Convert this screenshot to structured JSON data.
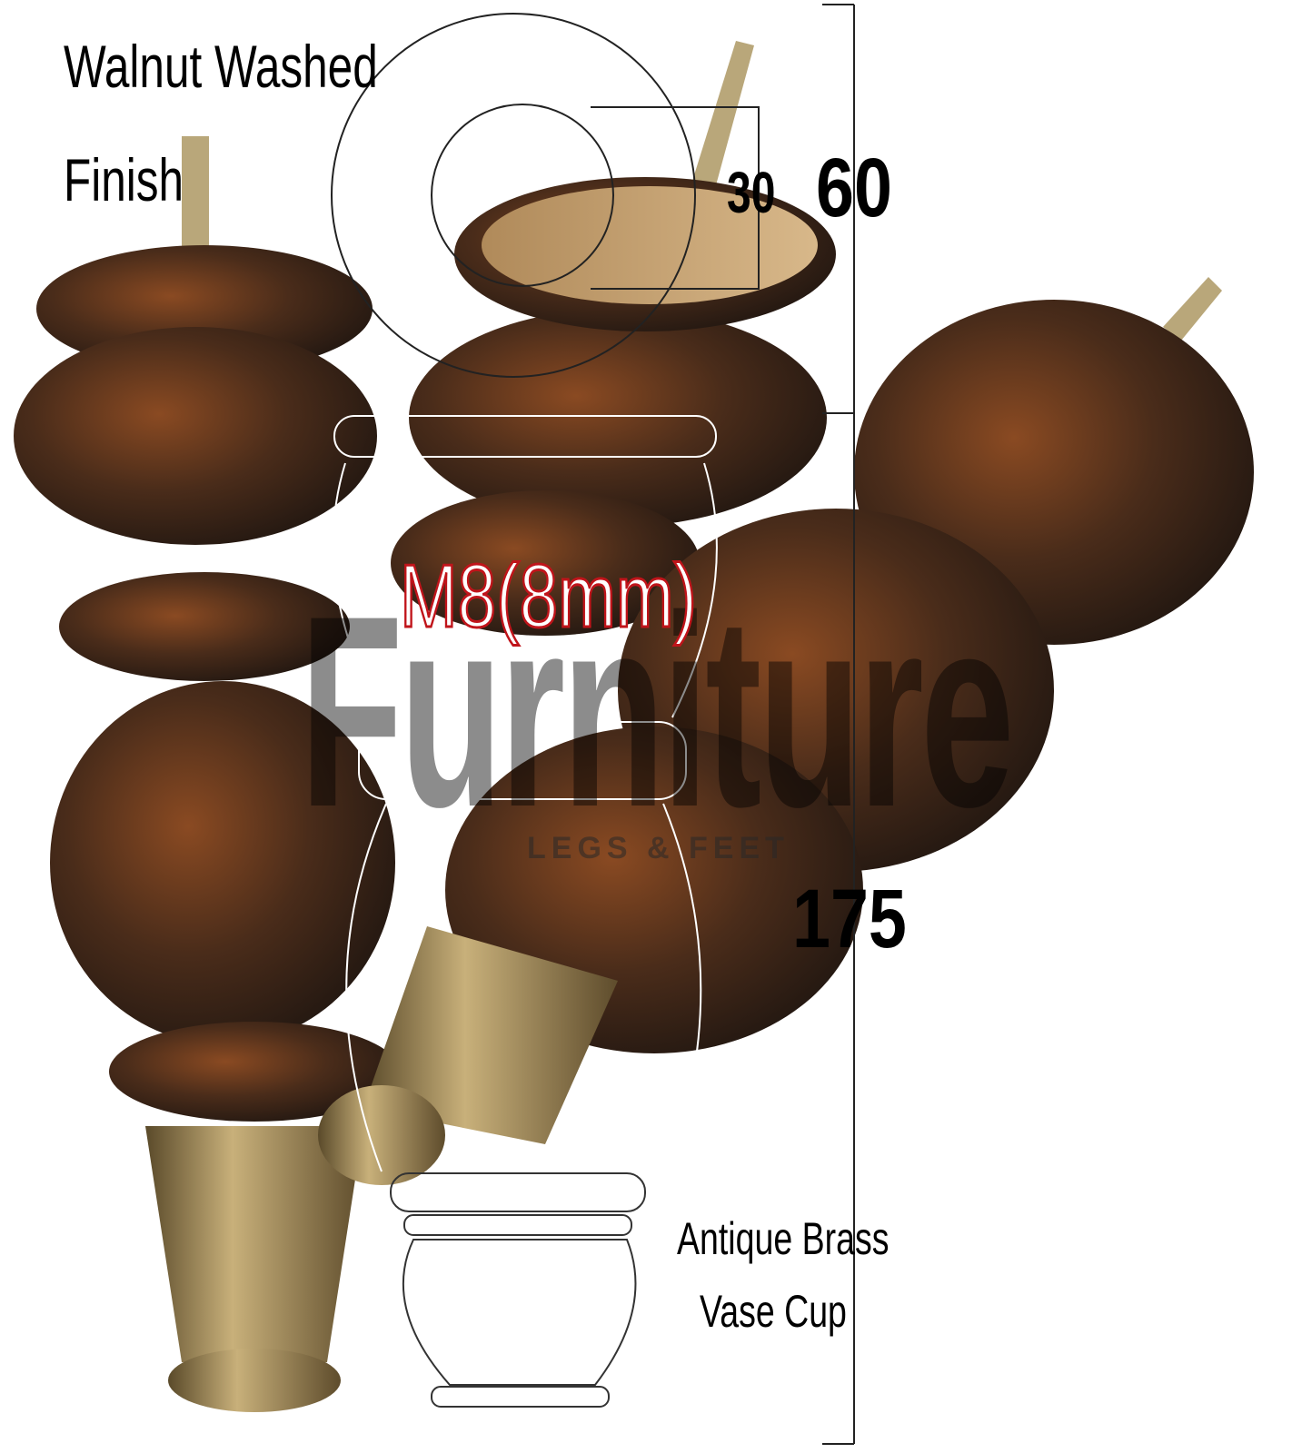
{
  "labels": {
    "finish_line1": "Walnut Washed",
    "finish_line2": "Finish",
    "dim_inner": "30",
    "dim_outer": "60",
    "dim_height": "175",
    "thread": "M8(8mm)",
    "cup_line1": "Antique Brass",
    "cup_line2": "Vase Cup"
  },
  "watermark": {
    "main": "Furniture",
    "sub": "LEGS & FEET"
  },
  "colors": {
    "wood": "#3a2418",
    "wood_highlight": "#8a4a22",
    "brass": "#a08a5a",
    "thread_outline": "#c0141a"
  }
}
